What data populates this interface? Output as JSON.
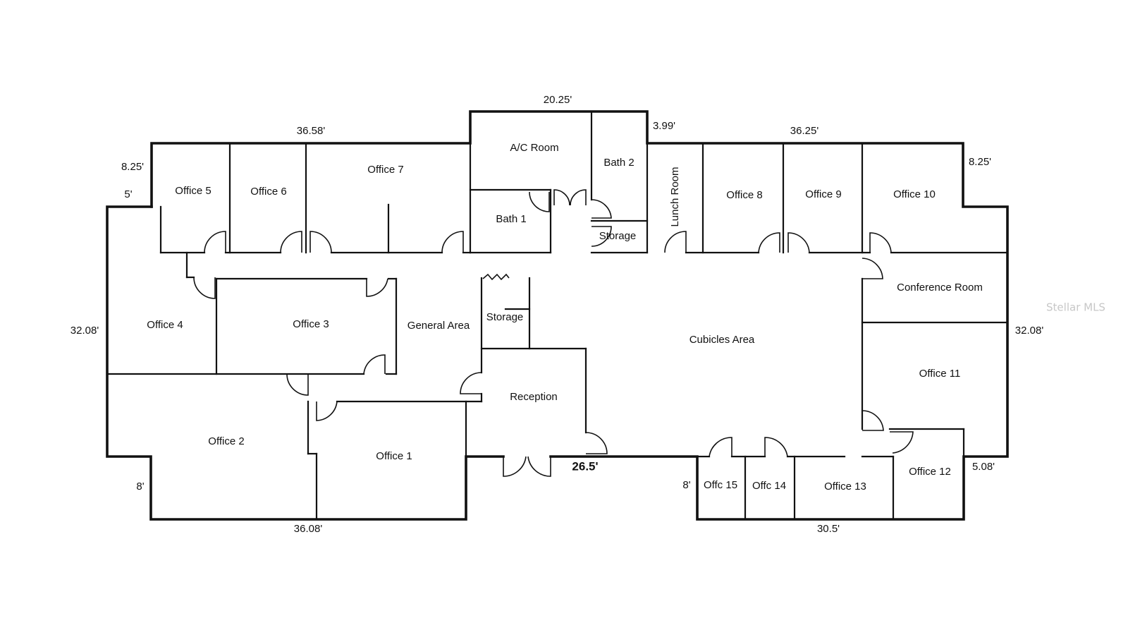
{
  "rooms": {
    "ac_room": "A/C Room",
    "bath_1": "Bath 1",
    "bath_2": "Bath 2",
    "storage_top": "Storage",
    "lunch_room": "Lunch Room",
    "office_1": "Office 1",
    "office_2": "Office 2",
    "office_3": "Office 3",
    "office_4": "Office 4",
    "office_5": "Office 5",
    "office_6": "Office 6",
    "office_7": "Office 7",
    "office_8": "Office 8",
    "office_9": "Office 9",
    "office_10": "Office 10",
    "office_11": "Office 11",
    "office_12": "Office 12",
    "office_13": "Office 13",
    "office_14": "Offc 14",
    "office_15": "Offc 15",
    "conference": "Conference Room",
    "cubicles": "Cubicles Area",
    "general": "General Area",
    "storage_mid": "Storage",
    "reception": "Reception"
  },
  "dimensions": {
    "top_ac": "20.25'",
    "top_left": "36.58'",
    "top_right": "36.25'",
    "ac_side": "3.99'",
    "left_jog_upper": "8.25'",
    "left_jog_lower": "5'",
    "right_jog": "8.25'",
    "left_height": "32.08'",
    "right_height": "32.08'",
    "bottom_left_jog": "8'",
    "bottom_left": "36.08'",
    "entrance": "26.5'",
    "bottom_right_jog": "8'",
    "bottom_right": "30.5'",
    "right_bottom_jog": "5.08'"
  },
  "watermark": "Stellar MLS"
}
